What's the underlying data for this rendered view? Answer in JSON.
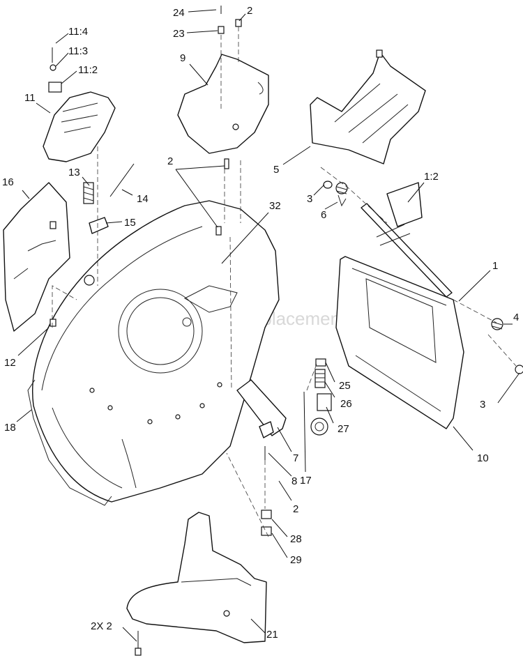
{
  "diagram": {
    "watermark": "eReplacementParts.com",
    "callouts": [
      "24",
      "2",
      "23",
      "9",
      "11:4",
      "11:3",
      "11:2",
      "11",
      "5",
      "2",
      "16",
      "13",
      "14",
      "3",
      "1:2",
      "15",
      "6",
      "32",
      "1",
      "4",
      "12",
      "25",
      "26",
      "3",
      "18",
      "27",
      "10",
      "7",
      "17",
      "8",
      "2",
      "28",
      "29",
      "21",
      "2X 2"
    ]
  }
}
